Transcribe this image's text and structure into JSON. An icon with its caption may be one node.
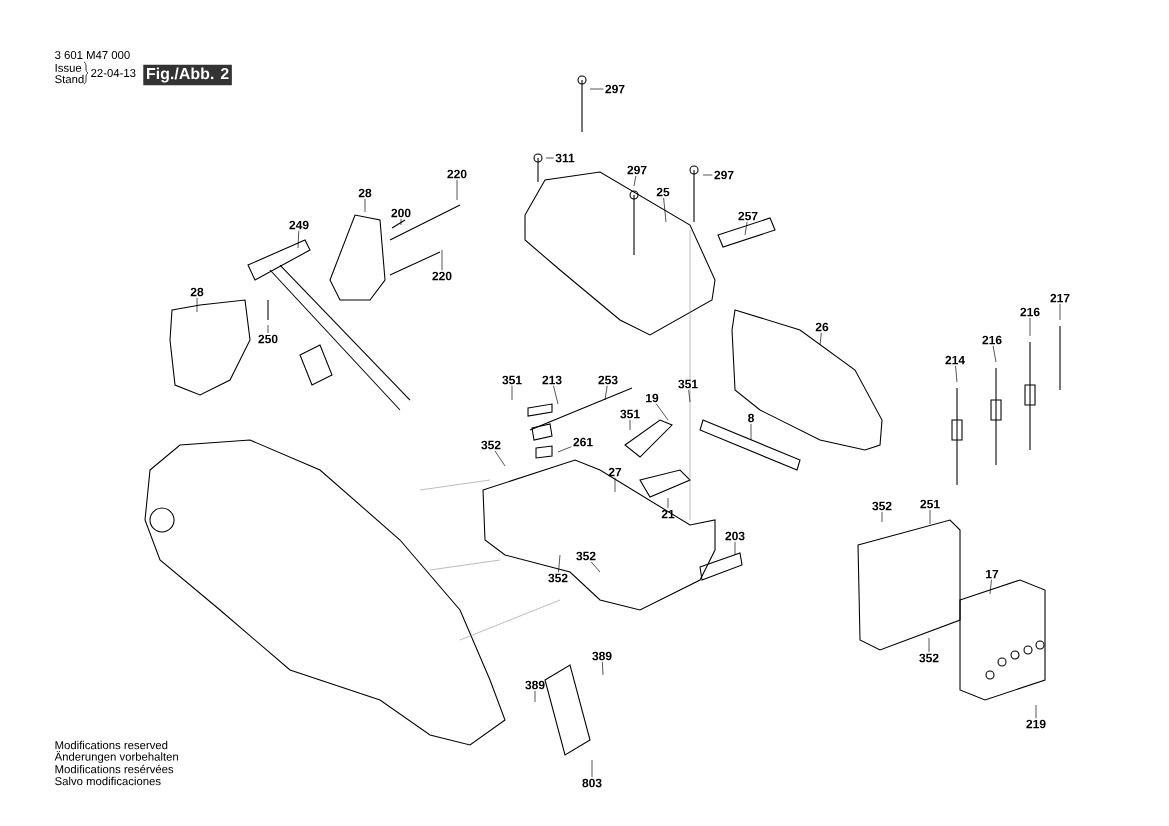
{
  "diagram": {
    "nodes": [
      {
        "text": [
          "297"
        ]
      },
      {
        "text": [
          "311"
        ]
      },
      {
        "text": [
          "297"
        ]
      },
      {
        "text": [
          "297"
        ]
      },
      {
        "text": [
          "25"
        ]
      },
      {
        "text": [
          "257"
        ]
      },
      {
        "text": [
          "220"
        ]
      },
      {
        "text": [
          "28"
        ]
      },
      {
        "text": [
          "200"
        ]
      },
      {
        "text": [
          "249"
        ]
      },
      {
        "text": [
          "220"
        ]
      },
      {
        "text": [
          "28"
        ]
      },
      {
        "text": [
          "250"
        ]
      },
      {
        "text": [
          "26"
        ]
      },
      {
        "text": [
          "214"
        ]
      },
      {
        "text": [
          "216"
        ]
      },
      {
        "text": [
          "216"
        ]
      },
      {
        "text": [
          "217"
        ]
      },
      {
        "text": [
          "351"
        ]
      },
      {
        "text": [
          "213"
        ]
      },
      {
        "text": [
          "253"
        ]
      },
      {
        "text": [
          "351"
        ]
      },
      {
        "text": [
          "19"
        ]
      },
      {
        "text": [
          "351"
        ]
      },
      {
        "text": [
          "8"
        ]
      },
      {
        "text": [
          "261"
        ]
      },
      {
        "text": [
          "352"
        ]
      },
      {
        "text": [
          "27"
        ]
      },
      {
        "text": [
          "21"
        ]
      },
      {
        "text": [
          "203"
        ]
      },
      {
        "text": [
          "352"
        ]
      },
      {
        "text": [
          "251"
        ]
      },
      {
        "text": [
          "17"
        ]
      },
      {
        "text": [
          "352"
        ]
      },
      {
        "text": [
          "352"
        ]
      },
      {
        "text": [
          "352"
        ]
      },
      {
        "text": [
          "219"
        ]
      },
      {
        "text": [
          "389"
        ]
      },
      {
        "text": [
          "389"
        ]
      },
      {
        "text": [
          "803"
        ]
      }
    ],
    "edges": [
      {
        "from": 0,
        "to": null,
        "arrow": "none"
      },
      {
        "from": 1,
        "to": null,
        "arrow": "none"
      },
      {
        "from": 2,
        "to": null,
        "arrow": "none"
      },
      {
        "from": 3,
        "to": null,
        "arrow": "none"
      },
      {
        "from": 4,
        "to": null,
        "arrow": "none"
      },
      {
        "from": 5,
        "to": null,
        "arrow": "none"
      },
      {
        "from": 6,
        "to": null,
        "arrow": "none"
      },
      {
        "from": 7,
        "to": null,
        "arrow": "none"
      },
      {
        "from": 8,
        "to": null,
        "arrow": "none"
      },
      {
        "from": 9,
        "to": null,
        "arrow": "none"
      },
      {
        "from": 10,
        "to": null,
        "arrow": "none"
      },
      {
        "from": 11,
        "to": null,
        "arrow": "none"
      },
      {
        "from": 12,
        "to": null,
        "arrow": "none"
      },
      {
        "from": 13,
        "to": null,
        "arrow": "none"
      },
      {
        "from": 14,
        "to": null,
        "arrow": "none"
      },
      {
        "from": 15,
        "to": null,
        "arrow": "none"
      },
      {
        "from": 16,
        "to": null,
        "arrow": "none"
      },
      {
        "from": 17,
        "to": null,
        "arrow": "none"
      },
      {
        "from": 18,
        "to": null,
        "arrow": "none"
      },
      {
        "from": 19,
        "to": null,
        "arrow": "none"
      },
      {
        "from": 20,
        "to": null,
        "arrow": "none"
      },
      {
        "from": 21,
        "to": null,
        "arrow": "none"
      },
      {
        "from": 22,
        "to": null,
        "arrow": "none"
      },
      {
        "from": 23,
        "to": null,
        "arrow": "none"
      },
      {
        "from": 24,
        "to": null,
        "arrow": "none"
      },
      {
        "from": 25,
        "to": null,
        "arrow": "none"
      },
      {
        "from": 26,
        "to": null,
        "arrow": "none"
      },
      {
        "from": 27,
        "to": null,
        "arrow": "none"
      },
      {
        "from": 28,
        "to": null,
        "arrow": "none"
      },
      {
        "from": 29,
        "to": null,
        "arrow": "none"
      },
      {
        "from": 30,
        "to": null,
        "arrow": "none"
      },
      {
        "from": 31,
        "to": null,
        "arrow": "none"
      },
      {
        "from": 32,
        "to": null,
        "arrow": "none"
      },
      {
        "from": 33,
        "to": null,
        "arrow": "none"
      },
      {
        "from": 34,
        "to": null,
        "arrow": "none"
      },
      {
        "from": 35,
        "to": null,
        "arrow": "none"
      },
      {
        "from": 36,
        "to": null,
        "arrow": "none"
      },
      {
        "from": 37,
        "to": null,
        "arrow": "none"
      },
      {
        "from": 38,
        "to": null,
        "arrow": "none"
      },
      {
        "from": 39,
        "to": null,
        "arrow": "none"
      }
    ],
    "labels": [
      "3 601 M47 000",
      "Issue",
      "Stand",
      "22-04-13",
      "Fig./Abb. 2",
      "Modifications reserved",
      "Änderungen vorbehalten",
      "Modifications resérvées",
      "Salvo modificaciones"
    ]
  }
}
